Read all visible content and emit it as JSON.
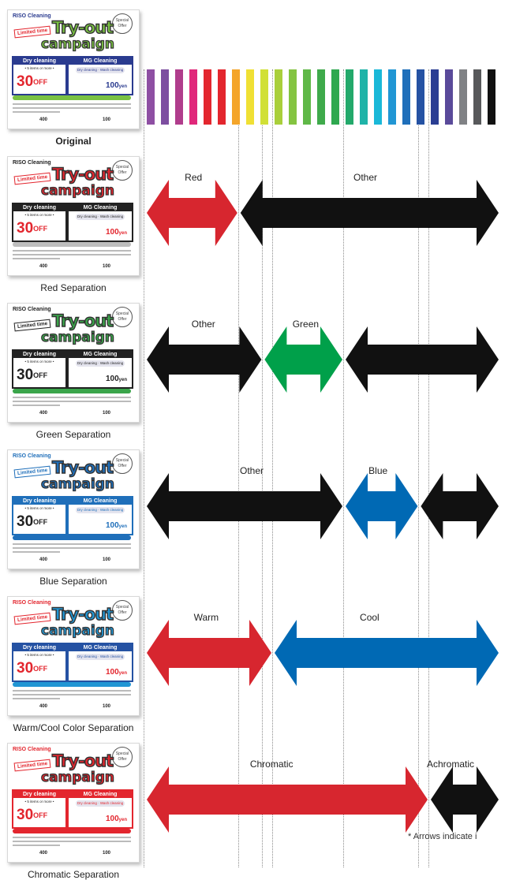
{
  "swatches": {
    "colors": [
      "#8e4fa3",
      "#7d4ea0",
      "#b03d8c",
      "#e0287a",
      "#e3262e",
      "#e3262e",
      "#f4a52a",
      "#f0e034",
      "#d1e036",
      "#a9cf3b",
      "#84c441",
      "#5fb847",
      "#3faa4b",
      "#2ea84f",
      "#23a96b",
      "#1fb3a8",
      "#1ab8d8",
      "#2196d4",
      "#1f6fba",
      "#2552a3",
      "#2b3e93",
      "#5a4a9a",
      "#808285",
      "#58595b",
      "#111111"
    ]
  },
  "thumbnail": {
    "brand": "RISO Cleaning",
    "limited": "Limited time",
    "tryout": "Try-out",
    "campaign": "campaign",
    "dry": "Dry cleaning",
    "mg": "MG Cleaning",
    "items": "• 5 items or more •",
    "off_value": "30",
    "off_unit": "OFF",
    "price": "100",
    "price_unit": "yen",
    "pill_left": "Dry cleaning",
    "pill_right": "Wash cleaning",
    "foot_left": "400",
    "foot_right": "100",
    "badge": "Special Offer"
  },
  "rows": [
    {
      "caption": "Original",
      "colors": {
        "brand": "#2a3b8f",
        "title": "#79c142",
        "limited": "#e3262e",
        "box": "#2a3b8f",
        "off": "#e3262e",
        "price": "#2a3b8f",
        "band": "#79c142"
      },
      "arrows": [],
      "labels": []
    },
    {
      "caption": "Red Separation",
      "colors": {
        "brand": "#222222",
        "title": "#e3262e",
        "limited": "#e3262e",
        "box": "#222222",
        "off": "#e3262e",
        "price": "#e3262e",
        "band": "#bdbdbd"
      },
      "arrows": [
        {
          "start": 0,
          "end": 6.6,
          "color": "#d7262f"
        },
        {
          "start": 6.6,
          "end": 25,
          "color": "#111111"
        }
      ],
      "labels": [
        {
          "text": "Red",
          "at": 3.4
        },
        {
          "text": "Other",
          "at": 15.5
        }
      ]
    },
    {
      "caption": "Green Separation",
      "colors": {
        "brand": "#222222",
        "title": "#3aa54a",
        "limited": "#222222",
        "box": "#222222",
        "off": "#222222",
        "price": "#222222",
        "band": "#3aa54a"
      },
      "arrows": [
        {
          "start": 0,
          "end": 8.3,
          "color": "#111111"
        },
        {
          "start": 8.3,
          "end": 14,
          "color": "#00a04a"
        },
        {
          "start": 14,
          "end": 25,
          "color": "#111111"
        }
      ],
      "labels": [
        {
          "text": "Other",
          "at": 4.1
        },
        {
          "text": "Green",
          "at": 11.3
        }
      ]
    },
    {
      "caption": "Blue Separation",
      "colors": {
        "brand": "#1f6fba",
        "title": "#1f6fba",
        "limited": "#1f6fba",
        "box": "#1f6fba",
        "off": "#222222",
        "price": "#1f6fba",
        "band": "#1f6fba"
      },
      "arrows": [
        {
          "start": 0,
          "end": 14,
          "color": "#111111"
        },
        {
          "start": 14,
          "end": 19.3,
          "color": "#0069b4"
        },
        {
          "start": 19.3,
          "end": 25,
          "color": "#111111"
        }
      ],
      "labels": [
        {
          "text": "Other",
          "at": 7.5
        },
        {
          "text": "Blue",
          "at": 16.4
        }
      ]
    },
    {
      "caption": "Warm/Cool Color Separation",
      "colors": {
        "brand": "#e3262e",
        "title": "#2196d4",
        "limited": "#e3262e",
        "box": "#2552a3",
        "off": "#e3262e",
        "price": "#e3262e",
        "band": "#2196d4"
      },
      "arrows": [
        {
          "start": 0,
          "end": 9,
          "color": "#d7262f"
        },
        {
          "start": 9,
          "end": 25,
          "color": "#0069b4"
        }
      ],
      "labels": [
        {
          "text": "Warm",
          "at": 4.3
        },
        {
          "text": "Cool",
          "at": 15.8
        }
      ]
    },
    {
      "caption": "Chromatic Separation",
      "colors": {
        "brand": "#e3262e",
        "title": "#e3262e",
        "limited": "#e3262e",
        "box": "#e3262e",
        "off": "#e3262e",
        "price": "#e3262e",
        "band": "#e3262e"
      },
      "arrows": [
        {
          "start": 0,
          "end": 20,
          "color": "#d7262f"
        },
        {
          "start": 20,
          "end": 25,
          "color": "#111111"
        }
      ],
      "labels": [
        {
          "text": "Chromatic",
          "at": 8.9
        },
        {
          "text": "Achromatic",
          "at": 21.5
        }
      ]
    }
  ],
  "dividers": [
    6.6,
    8.3,
    9,
    14,
    19.3,
    20
  ],
  "footnote": "* Arrows indicate i"
}
